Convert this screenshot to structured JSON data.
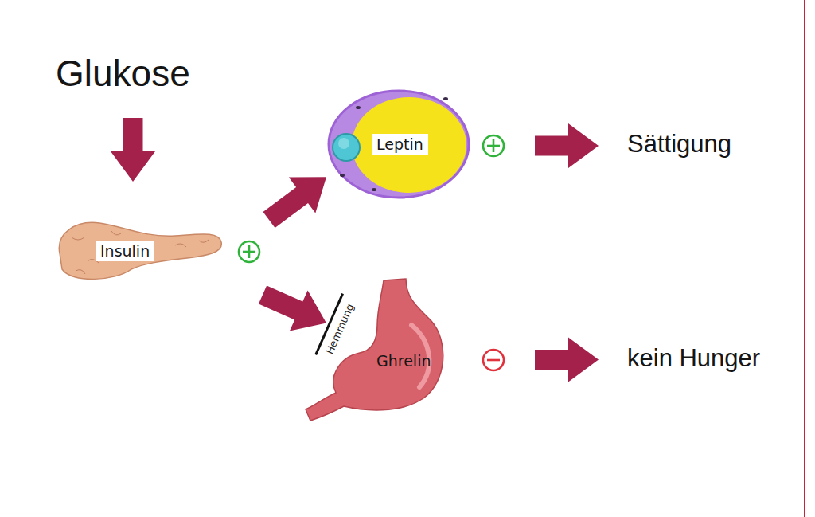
{
  "diagram": {
    "nodes": [
      {
        "text": [
          "Glukose"
        ]
      },
      {
        "text": [
          "Leptin"
        ]
      },
      {
        "text": [
          "Sättigung"
        ]
      },
      {
        "text": [
          "Insulin"
        ]
      },
      {
        "text": [
          "Ghrelin"
        ]
      },
      {
        "text": [
          "kein Hunger"
        ]
      }
    ],
    "edges": [
      {
        "from": 0,
        "to": 3,
        "arrow": "to"
      },
      {
        "from": 3,
        "to": 1,
        "arrow": "to"
      },
      {
        "from": 1,
        "to": 2,
        "arrow": "to"
      },
      {
        "from": 3,
        "to": 4,
        "arrow": "to",
        "label": "Hemmung"
      },
      {
        "from": 4,
        "to": 5,
        "arrow": "to"
      }
    ]
  }
}
